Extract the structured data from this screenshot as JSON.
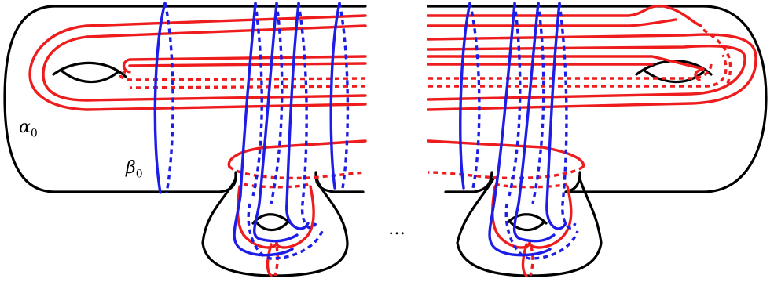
{
  "labels": {
    "alpha": {
      "symbol": "α",
      "sub": "0"
    },
    "beta": {
      "symbol": "β",
      "sub": "0"
    },
    "ellipsis": "…"
  },
  "colors": {
    "outline": "#000000",
    "alpha_curve": "#ee1c1c",
    "beta_curve": "#1d1de8"
  }
}
